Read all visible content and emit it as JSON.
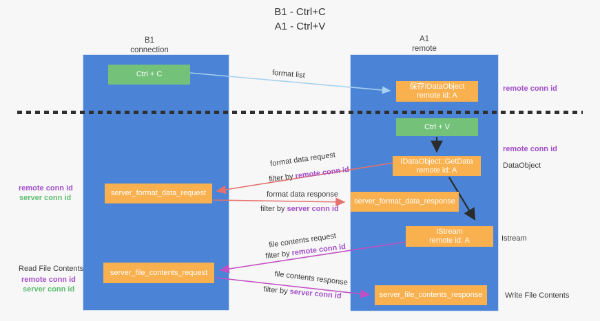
{
  "title": {
    "line1": "B1 - Ctrl+C",
    "line2": "A1 - Ctrl+V"
  },
  "columns": {
    "left": {
      "name": "B1",
      "role": "connection"
    },
    "right": {
      "name": "A1",
      "role": "remote"
    }
  },
  "boxes": {
    "ctrl_c": "Ctrl + C",
    "ctrl_v": "Ctrl + V",
    "save_dataobject": {
      "line1": "保存IDataObject",
      "line2": "remote id: A"
    },
    "getdata": {
      "line1": "IDataObject::GetData",
      "line2": "remote id: A"
    },
    "istream": {
      "line1": "IStream",
      "line2": "remote id: A"
    },
    "format_request": "server_format_data_request",
    "format_response": "server_format_data_response",
    "file_request": "server_file_contents_request",
    "file_response": "server_file_contents_response"
  },
  "labels": {
    "remote_conn_id": "remote conn id",
    "server_conn_id": "server conn id",
    "dataobject": "DataObject",
    "istream": "Istream",
    "read_file_contents": "Read File Contents",
    "write_file_contents": "Write File Contents",
    "format_list": "format list",
    "format_data_request": "format data request",
    "format_data_response": "format data response",
    "file_contents_request": "file contents request",
    "file_contents_response": "file contents response",
    "filter_by": "filter by "
  },
  "colors": {
    "column_blue": "#4b84d6",
    "box_green": "#74c17a",
    "box_orange": "#f9b04e",
    "arrow_lightblue": "#a6d1ef",
    "arrow_salmon": "#e5716b",
    "arrow_magenta": "#c34fc4",
    "arrow_black": "#2b2b2b",
    "text_purple": "#a24fc8",
    "text_green": "#5cbd6e"
  }
}
